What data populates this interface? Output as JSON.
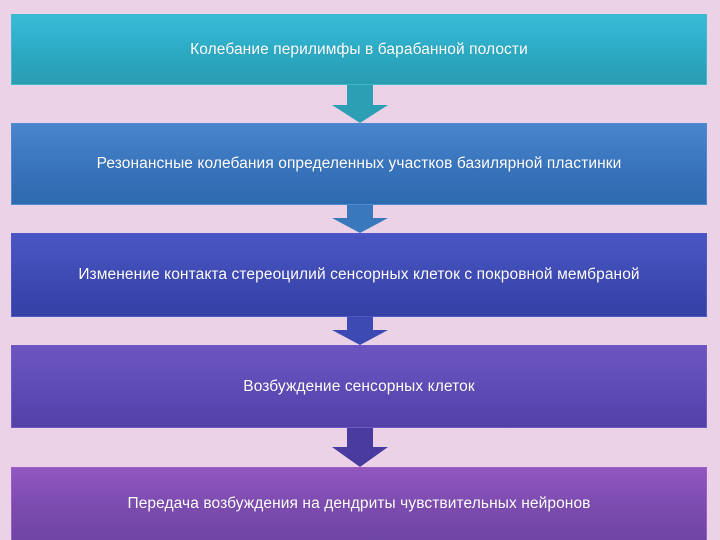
{
  "slide": {
    "background_color": "#ecd2e6",
    "type": "vertical-process-flow-diagram",
    "steps": [
      {
        "id": "step-1",
        "text": "Колебание перилимфы в барабанной полости",
        "fill_color": "#2ba7bf",
        "text_color": "#ffffff"
      },
      {
        "id": "step-2",
        "text": "Резонансные колебания определенных участков базилярной пластинки",
        "fill_color": "#3f7cc4",
        "text_color": "#ffffff"
      },
      {
        "id": "step-3",
        "text": "Изменение контакта стереоцилий сенсорных клеток с покровной мембраной",
        "fill_color": "#4450bb",
        "text_color": "#ffffff"
      },
      {
        "id": "step-4",
        "text": "Возбуждение сенсорных клеток",
        "fill_color": "#6550bb",
        "text_color": "#ffffff"
      },
      {
        "id": "step-5",
        "text": "Передача возбуждения на дендриты чувствительных нейронов",
        "fill_color": "#8a53ba",
        "text_color": "#ffffff"
      }
    ],
    "connectors": [
      {
        "id": "arrow-1",
        "from": "step-1",
        "to": "step-2",
        "color": "#2c9fb5",
        "direction": "down"
      },
      {
        "id": "arrow-2",
        "from": "step-2",
        "to": "step-3",
        "color": "#3a78bd",
        "direction": "down"
      },
      {
        "id": "arrow-3",
        "from": "step-3",
        "to": "step-4",
        "color": "#3e4ab4",
        "direction": "down"
      },
      {
        "id": "arrow-4",
        "from": "step-4",
        "to": "step-5",
        "color": "#4a3c9e",
        "direction": "down"
      }
    ]
  }
}
